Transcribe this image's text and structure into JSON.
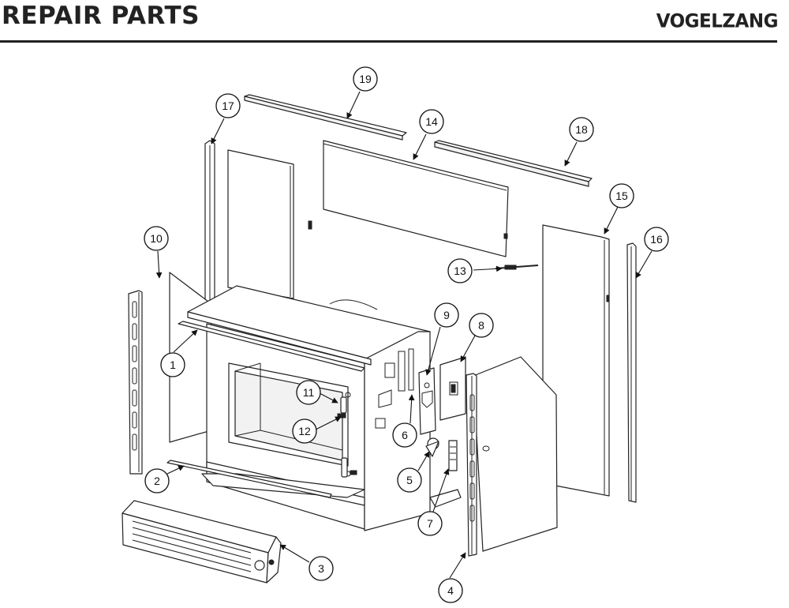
{
  "header": {
    "title": "REPAIR PARTS",
    "brand": "VOGELZANG"
  },
  "callouts": [
    "1",
    "2",
    "3",
    "4",
    "5",
    "6",
    "7",
    "8",
    "9",
    "10",
    "11",
    "12",
    "13",
    "14",
    "15",
    "16",
    "17",
    "18",
    "19"
  ],
  "colors": {
    "ink": "#222222",
    "background": "#ffffff"
  }
}
